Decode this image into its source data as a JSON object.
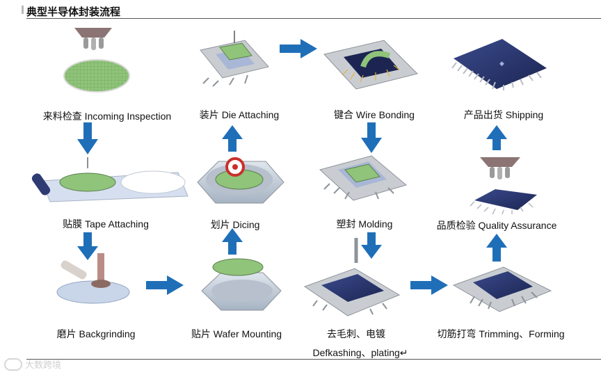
{
  "page": {
    "title": "典型半导体封装流程",
    "watermark": "大数跨境"
  },
  "steps": [
    {
      "id": "incoming",
      "label": "来料检查 Incoming Inspection"
    },
    {
      "id": "die-attach",
      "label": "装片 Die Attaching"
    },
    {
      "id": "wire-bond",
      "label": "键合 Wire Bonding"
    },
    {
      "id": "shipping",
      "label": "产品出货 Shipping"
    },
    {
      "id": "tape",
      "label": "贴膜 Tape Attaching"
    },
    {
      "id": "dicing",
      "label": "划片 Dicing"
    },
    {
      "id": "molding",
      "label": "塑封 Molding"
    },
    {
      "id": "qa",
      "label": "品质检验 Quality Assurance"
    },
    {
      "id": "backgrind",
      "label": "磨片 Backgrinding"
    },
    {
      "id": "mounting",
      "label": "贴片 Wafer Mounting"
    },
    {
      "id": "deflash",
      "label": "去毛刺、电镀"
    },
    {
      "id": "deflash-en",
      "label": "Defkashing、plating↵"
    },
    {
      "id": "trim",
      "label": "切筋打弯 Trimming、Forming"
    }
  ],
  "colors": {
    "arrow": "#1f6fb8",
    "wafer": "#8fc47a",
    "frame": "#c9cdd2",
    "chip": "#2e3a72",
    "suction": "#8c7474"
  }
}
